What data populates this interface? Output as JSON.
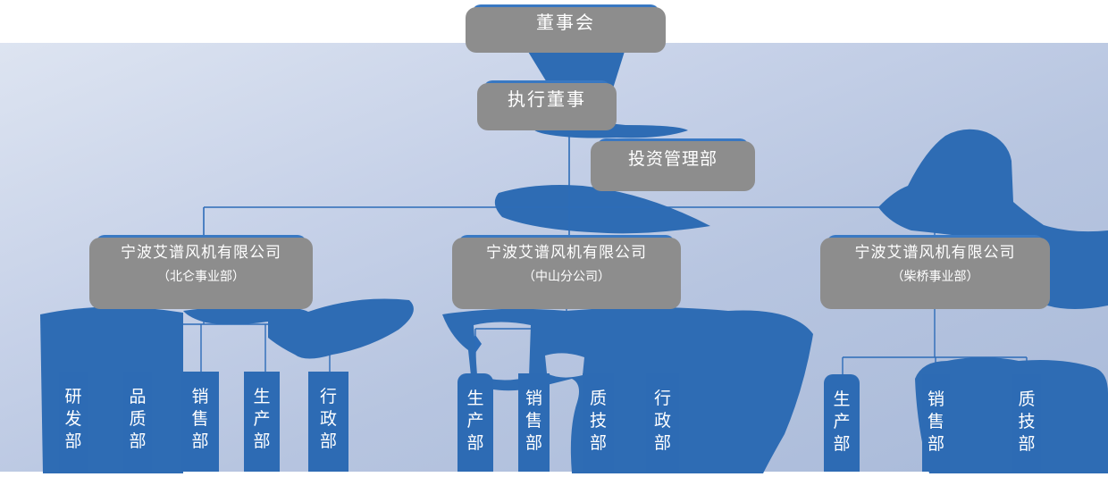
{
  "chart_title": "",
  "colors": {
    "node_blue": "#2a69b5",
    "continent_blue": "#2e6cb4",
    "ocean_light": "#d9e1f0",
    "ocean_dark": "#a8b9d8",
    "connector_blue": "#2d6cb8",
    "shadow_gray": "#8d8d8d",
    "text_white": "#ffffff"
  },
  "nodes": {
    "board": {
      "label": "董事会"
    },
    "executive_director": {
      "label": "执行董事"
    },
    "investment_department": {
      "label": "投资管理部"
    }
  },
  "subsidiaries": [
    {
      "name": "宁波艾谱风机有限公司",
      "division": "（北仑事业部）",
      "departments": [
        "研发部",
        "品质部",
        "销售部",
        "生产部",
        "行政部"
      ]
    },
    {
      "name": "宁波艾谱风机有限公司",
      "division": "（中山分公司）",
      "departments": [
        "生产部",
        "销售部",
        "质技部",
        "行政部"
      ]
    },
    {
      "name": "宁波艾谱风机有限公司",
      "division": "（柴桥事业部）",
      "departments": [
        "生产部",
        "销售部",
        "质技部"
      ]
    }
  ]
}
